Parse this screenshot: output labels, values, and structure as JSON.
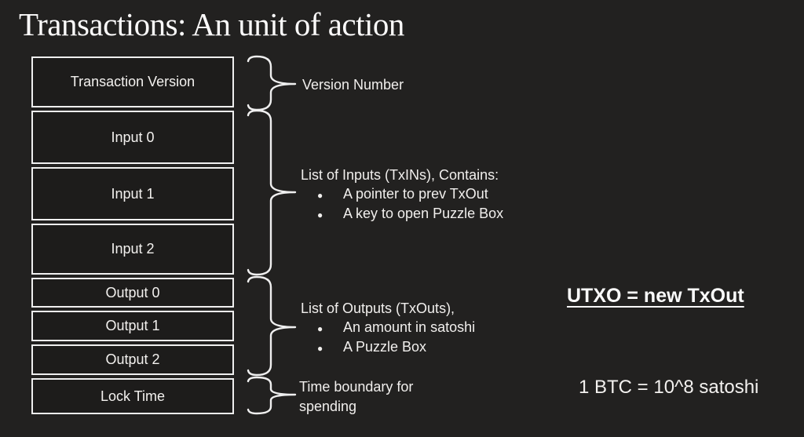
{
  "slide": {
    "title": "Transactions: An unit of action",
    "diagram": {
      "rows": [
        {
          "label": "Transaction Version"
        },
        {
          "label": "Input 0"
        },
        {
          "label": "Input 1"
        },
        {
          "label": "Input 2"
        },
        {
          "label": "Output 0"
        },
        {
          "label": "Output 1"
        },
        {
          "label": "Output 2"
        },
        {
          "label": "Lock Time"
        }
      ],
      "annotations": {
        "version_label": "Version Number",
        "inputs_heading": "List of Inputs (TxINs), Contains:",
        "inputs_bullets": [
          "A pointer to prev TxOut",
          "A key to open Puzzle Box"
        ],
        "outputs_heading": "List of Outputs (TxOuts),",
        "outputs_bullets": [
          "An amount in satoshi",
          "A Puzzle Box"
        ],
        "locktime_label": "Time boundary for spending"
      }
    },
    "notes": {
      "utxo": "UTXO = new TxOut",
      "btc": "1 BTC = 10^8 satoshi"
    },
    "glyphs": {
      "bullet": "●"
    },
    "colors": {
      "background": "#222120",
      "box_fill": "#1d1c1b",
      "line": "#efefef",
      "text": "#f2f0ee"
    }
  }
}
